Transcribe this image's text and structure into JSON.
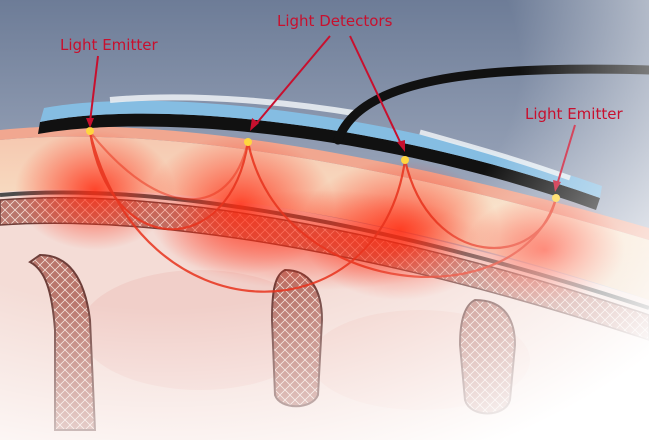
{
  "labels": {
    "emitter_left": "Light Emitter",
    "detectors": "Light Detectors",
    "emitter_right": "Light Emitter"
  },
  "colors": {
    "label_text": "#c8102e",
    "leader_line": "#c8102e",
    "light_glow": "#ff3a1e",
    "tissue_fat": "#f7dcc0",
    "skin": "#f2a993",
    "cortex_fold": "#a85a52",
    "sensor_pad_blue": "#7eb6dd",
    "cable": "#111111",
    "background_top": "#7d8ca6"
  },
  "icons": {
    "emitter_marker": "yellow-dot-icon",
    "detector_marker": "yellow-dot-icon"
  }
}
